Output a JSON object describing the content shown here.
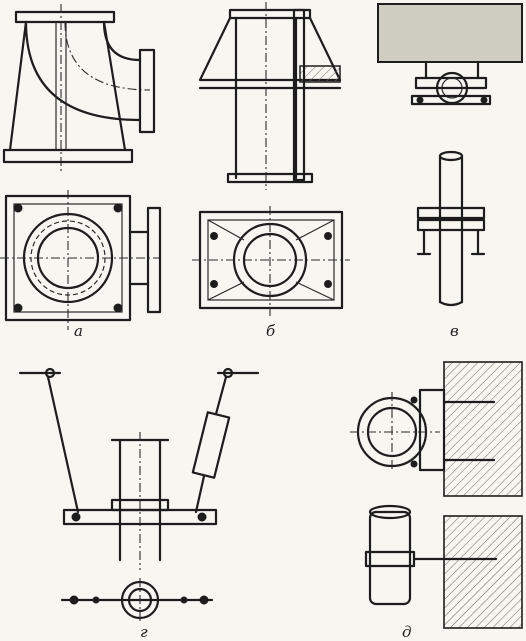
{
  "figure": {
    "labels": {
      "a": "а",
      "b": "б",
      "v": "в",
      "g": "г",
      "d": "д"
    }
  },
  "colors": {
    "ink": "#1d1d1d",
    "paper": "#f7f6f1",
    "hatch": "#d9d7cf"
  }
}
